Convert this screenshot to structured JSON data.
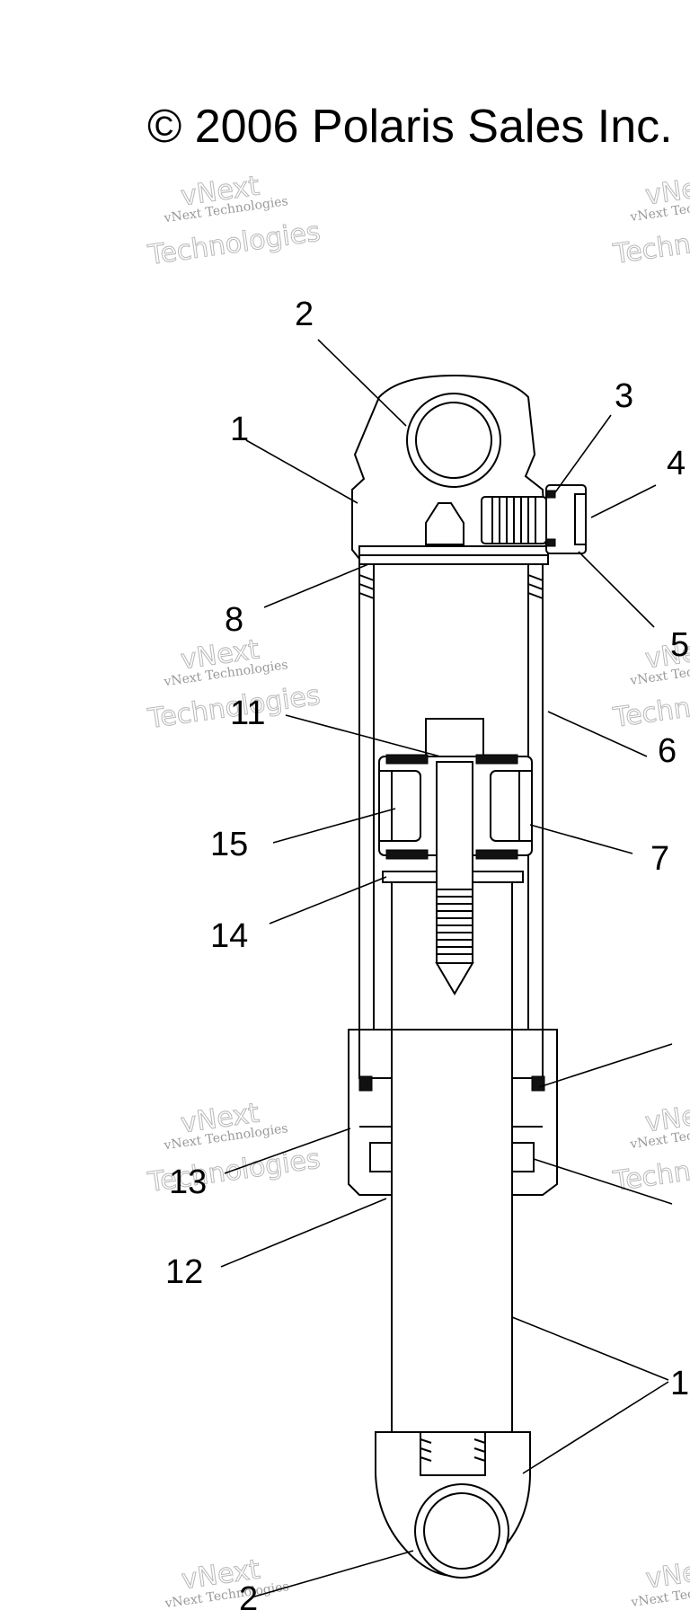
{
  "copyright": "© 2006 Polaris Sales Inc.",
  "watermark": {
    "line1": "vNext",
    "line2": "vNext Technologies",
    "line3": "Technologies"
  },
  "callouts": {
    "c1": "1",
    "c2": "2",
    "c3": "3",
    "c4": "4",
    "c5": "5",
    "c6": "6",
    "c7": "7",
    "c8": "8",
    "c11": "11",
    "c12": "12",
    "c13": "13",
    "c14": "14",
    "c15": "15",
    "c1_bottom": "1",
    "c2_bottom": "2"
  }
}
